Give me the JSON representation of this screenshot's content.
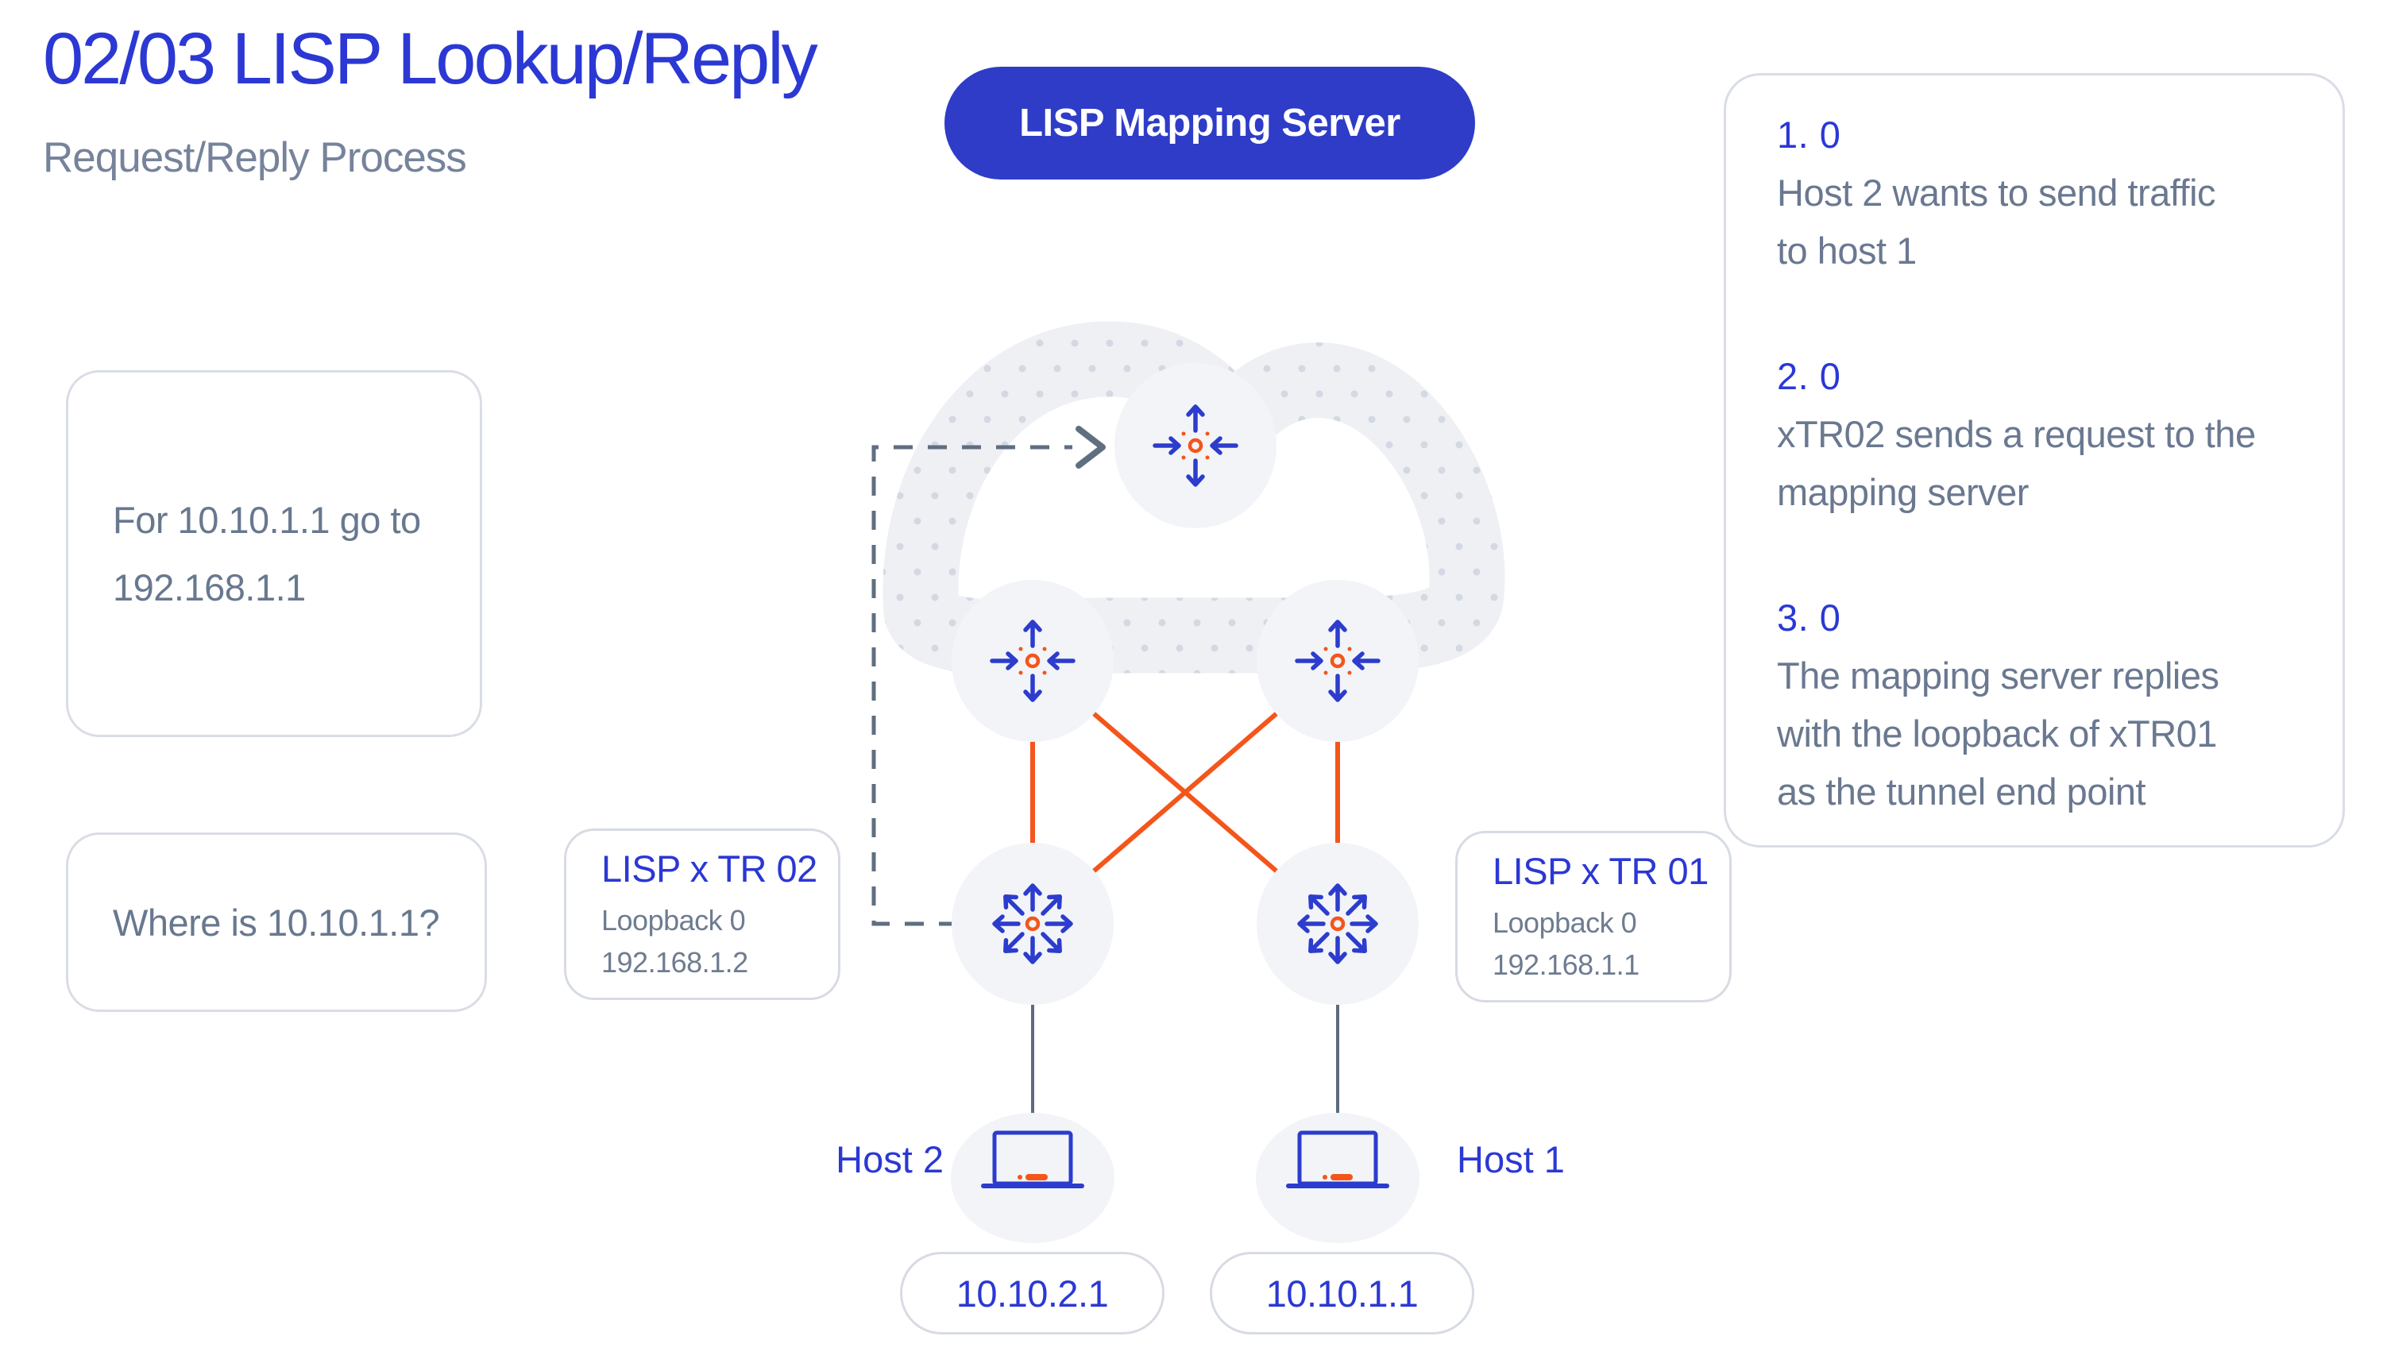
{
  "header": {
    "title": "02/03 LISP Lookup/Reply",
    "subtitle": "Request/Reply Process"
  },
  "mapping_server": {
    "label": "LISP Mapping Server"
  },
  "info_panel": {
    "steps": [
      {
        "num": "1. 0",
        "lines": [
          "Host 2 wants to send traffic",
          "to host 1"
        ]
      },
      {
        "num": "2. 0",
        "lines": [
          "xTR02 sends a request to the",
          "mapping server"
        ]
      },
      {
        "num": "3. 0",
        "lines": [
          "The mapping server replies",
          "with the loopback of xTR01",
          "as the tunnel end point"
        ]
      }
    ]
  },
  "messages": {
    "map_reply": {
      "lines": [
        "For 10.10.1.1 go to",
        "192.168.1.1"
      ]
    },
    "map_request": {
      "lines": [
        "Where is 10.10.1.1?"
      ]
    }
  },
  "routers": {
    "xtr02": {
      "title": "LISP x TR 02",
      "interface": "Loopback 0",
      "ip": "192.168.1.2"
    },
    "xtr01": {
      "title": "LISP x TR 01",
      "interface": "Loopback 0",
      "ip": "192.168.1.1"
    }
  },
  "hosts": {
    "host2": {
      "label": "Host 2",
      "ip": "10.10.2.1"
    },
    "host1": {
      "label": "Host 1",
      "ip": "10.10.1.1"
    }
  },
  "icons": {
    "core_router": "four-arrow-router",
    "edge_router": "eight-arrow-router",
    "host": "laptop",
    "request_arrow": "dashed-chevron-right",
    "cloud": "dotted-cloud"
  },
  "colors": {
    "blue": "#2b38d4",
    "button_blue": "#2e3cc8",
    "orange": "#f4551b",
    "gray_text": "#6a7890",
    "border_gray": "#d9dde6",
    "slate": "#5c6b7d",
    "cloud_ring": "#eef0f4",
    "cloud_dot": "#d3d9e2",
    "node_fill": "#f2f4f8"
  }
}
